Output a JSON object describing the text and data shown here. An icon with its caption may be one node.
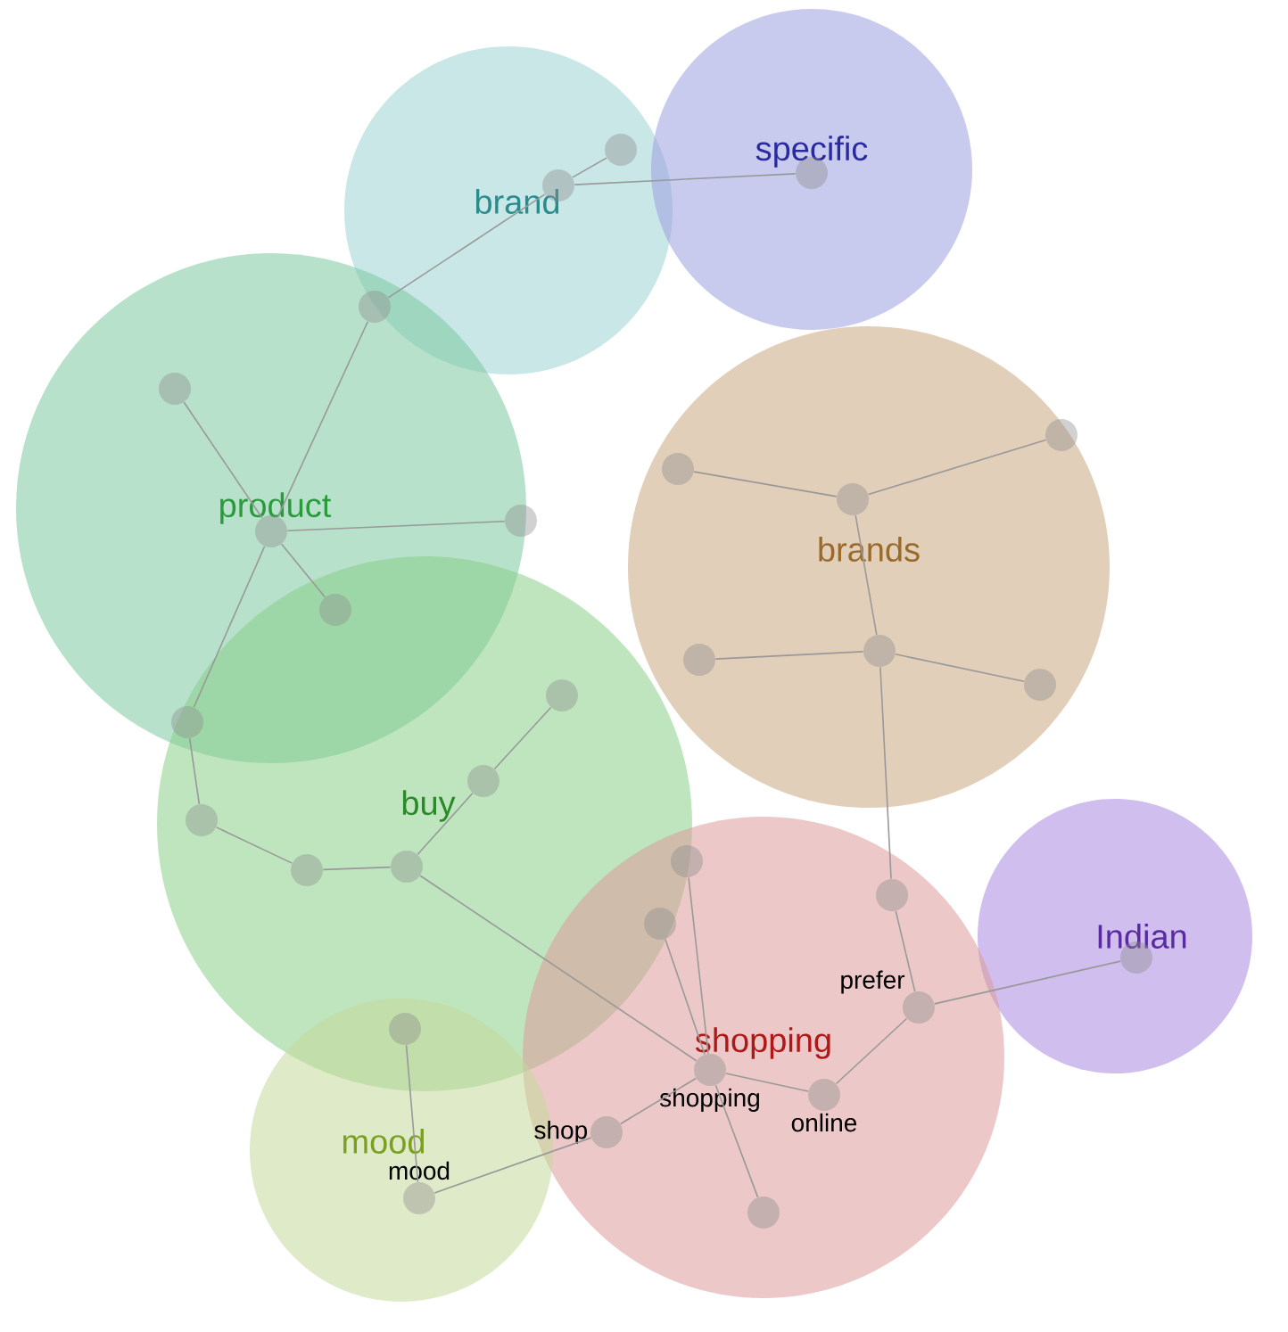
{
  "diagram": {
    "nodes": [
      {
        "text": [
          "brand"
        ]
      },
      {
        "text": [
          "specific"
        ]
      },
      {
        "text": [
          "product"
        ]
      },
      {
        "text": [
          "brands"
        ]
      },
      {
        "text": [
          "buy"
        ]
      },
      {
        "text": [
          "Indian"
        ]
      },
      {
        "text": [
          "shopping"
        ]
      },
      {
        "text": [
          "mood"
        ]
      },
      {
        "text": [],
        "shape": "circle",
        "in": 0
      },
      {
        "text": [],
        "shape": "circle",
        "in": 0
      },
      {
        "text": [],
        "shape": "circle",
        "in": 1
      },
      {
        "text": [],
        "shape": "circle",
        "in": 2
      },
      {
        "text": [],
        "shape": "circle",
        "in": 2
      },
      {
        "text": [],
        "shape": "circle",
        "in": 2
      },
      {
        "text": [],
        "shape": "circle"
      },
      {
        "text": [],
        "shape": "circle"
      },
      {
        "text": [],
        "shape": "circle"
      },
      {
        "text": [],
        "shape": "circle",
        "in": 4
      },
      {
        "text": [],
        "shape": "circle",
        "in": 4
      },
      {
        "text": [],
        "shape": "circle",
        "in": 4
      },
      {
        "text": [],
        "shape": "circle",
        "in": 4
      },
      {
        "text": [],
        "shape": "circle",
        "in": 4
      },
      {
        "text": [],
        "shape": "circle",
        "in": 6
      },
      {
        "text": [],
        "shape": "circle"
      },
      {
        "text": [],
        "shape": "circle"
      },
      {
        "text": [],
        "shape": "circle",
        "in": 3
      },
      {
        "text": [],
        "shape": "circle",
        "in": 3
      },
      {
        "text": [],
        "shape": "circle",
        "in": 3
      },
      {
        "text": [],
        "shape": "circle",
        "in": 3
      },
      {
        "text": [],
        "shape": "circle",
        "in": 3
      },
      {
        "text": [],
        "shape": "circle",
        "in": 3
      },
      {
        "text": [],
        "shape": "circle",
        "in": 6
      },
      {
        "text": [
          "prefer"
        ],
        "in": 6
      },
      {
        "text": [],
        "shape": "circle",
        "in": 5
      },
      {
        "text": [
          "shopping"
        ],
        "in": 6
      },
      {
        "text": [
          "online"
        ],
        "in": 6
      },
      {
        "text": [
          "shop"
        ],
        "in": 6
      },
      {
        "text": [],
        "shape": "circle",
        "in": 6
      },
      {
        "text": [
          "mood"
        ],
        "in": 7
      }
    ],
    "edges": [
      {
        "from": 9,
        "to": 8,
        "arrow": "none"
      },
      {
        "from": 9,
        "to": 10,
        "arrow": "none"
      },
      {
        "from": 9,
        "to": 11,
        "arrow": "none"
      },
      {
        "from": 11,
        "to": 13,
        "arrow": "none"
      },
      {
        "from": 13,
        "to": 12,
        "arrow": "none"
      },
      {
        "from": 13,
        "to": 14,
        "arrow": "none"
      },
      {
        "from": 13,
        "to": 15,
        "arrow": "none"
      },
      {
        "from": 13,
        "to": 16,
        "arrow": "none"
      },
      {
        "from": 16,
        "to": 17,
        "arrow": "none"
      },
      {
        "from": 17,
        "to": 18,
        "arrow": "none"
      },
      {
        "from": 18,
        "to": 19,
        "arrow": "none"
      },
      {
        "from": 19,
        "to": 20,
        "arrow": "none"
      },
      {
        "from": 20,
        "to": 21,
        "arrow": "none"
      },
      {
        "from": 19,
        "to": 34,
        "arrow": "none"
      },
      {
        "from": 22,
        "to": 34,
        "arrow": "none"
      },
      {
        "from": 23,
        "to": 34,
        "arrow": "none"
      },
      {
        "from": 34,
        "to": 37,
        "arrow": "none"
      },
      {
        "from": 36,
        "to": 34,
        "arrow": "none"
      },
      {
        "from": 36,
        "to": 38,
        "arrow": "none"
      },
      {
        "from": 38,
        "to": 24,
        "arrow": "none"
      },
      {
        "from": 25,
        "to": 26,
        "arrow": "none"
      },
      {
        "from": 26,
        "to": 27,
        "arrow": "none"
      },
      {
        "from": 26,
        "to": 29,
        "arrow": "none"
      },
      {
        "from": 28,
        "to": 29,
        "arrow": "none"
      },
      {
        "from": 29,
        "to": 30,
        "arrow": "none"
      },
      {
        "from": 29,
        "to": 31,
        "arrow": "none"
      },
      {
        "from": 31,
        "to": 32,
        "arrow": "none"
      },
      {
        "from": 32,
        "to": 33,
        "arrow": "none"
      },
      {
        "from": 32,
        "to": 35,
        "arrow": "none"
      },
      {
        "from": 34,
        "to": 35,
        "arrow": "none"
      }
    ]
  }
}
